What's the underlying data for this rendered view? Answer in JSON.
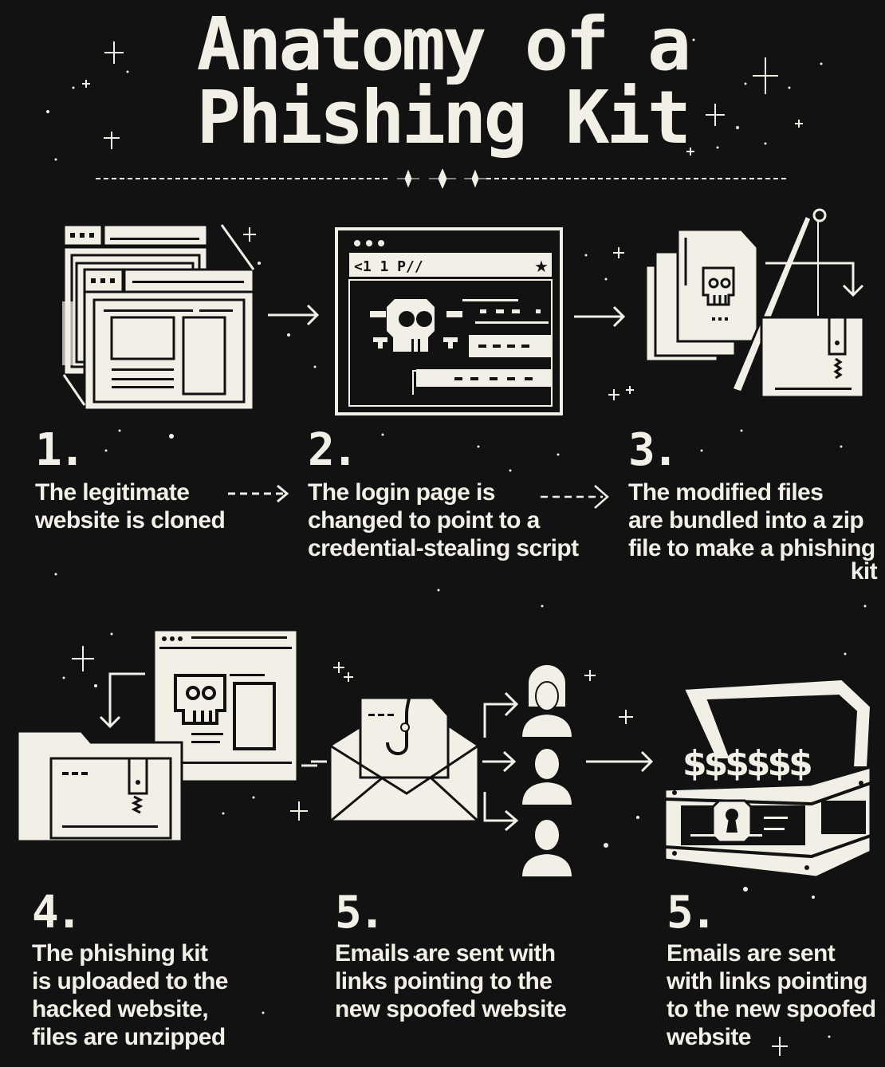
{
  "header": {
    "title_line1": "Anatomy of a",
    "title_line2": "Phishing Kit"
  },
  "colors": {
    "background": "#121212",
    "ink": "#f2efe6"
  },
  "steps": [
    {
      "number": "1.",
      "text": "The legitimate website is cloned",
      "lines": [
        "The legitimate",
        "website is cloned"
      ],
      "icon": "cloned-browser-windows-icon"
    },
    {
      "number": "2.",
      "text": "The login page is changed to point to a credential-stealing script",
      "lines": [
        "The login page is",
        "changed to point to a",
        "credential-stealing script"
      ],
      "icon": "skull-login-page-icon",
      "address_bar": "<1 1 P//"
    },
    {
      "number": "3.",
      "text": "The modified files are bundled into a zip file to make a phishing kit",
      "lines": [
        "The modified files",
        "are bundled into a zip",
        "file to make a phishing",
        "kit"
      ],
      "icon": "zip-bundle-icon"
    },
    {
      "number": "4.",
      "text": "The phishing kit is uploaded to the hacked website, files are unzipped",
      "lines": [
        "The phishing kit",
        "is uploaded to the",
        "hacked website,",
        "files are unzipped"
      ],
      "icon": "upload-unzip-icon"
    },
    {
      "number": "5.",
      "text": "Emails are sent with links pointing to the new spoofed website",
      "lines": [
        "Emails are sent with",
        "links pointing to the",
        "new spoofed website"
      ],
      "icon": "phishing-email-recipients-icon"
    },
    {
      "number": "5.",
      "text": "Emails are sent with links pointing to the new spoofed website",
      "lines": [
        "Emails are sent",
        "with links pointing",
        "to the new spoofed",
        "website"
      ],
      "icon": "treasure-chest-money-icon",
      "money_symbols": "$$$$$$"
    }
  ]
}
